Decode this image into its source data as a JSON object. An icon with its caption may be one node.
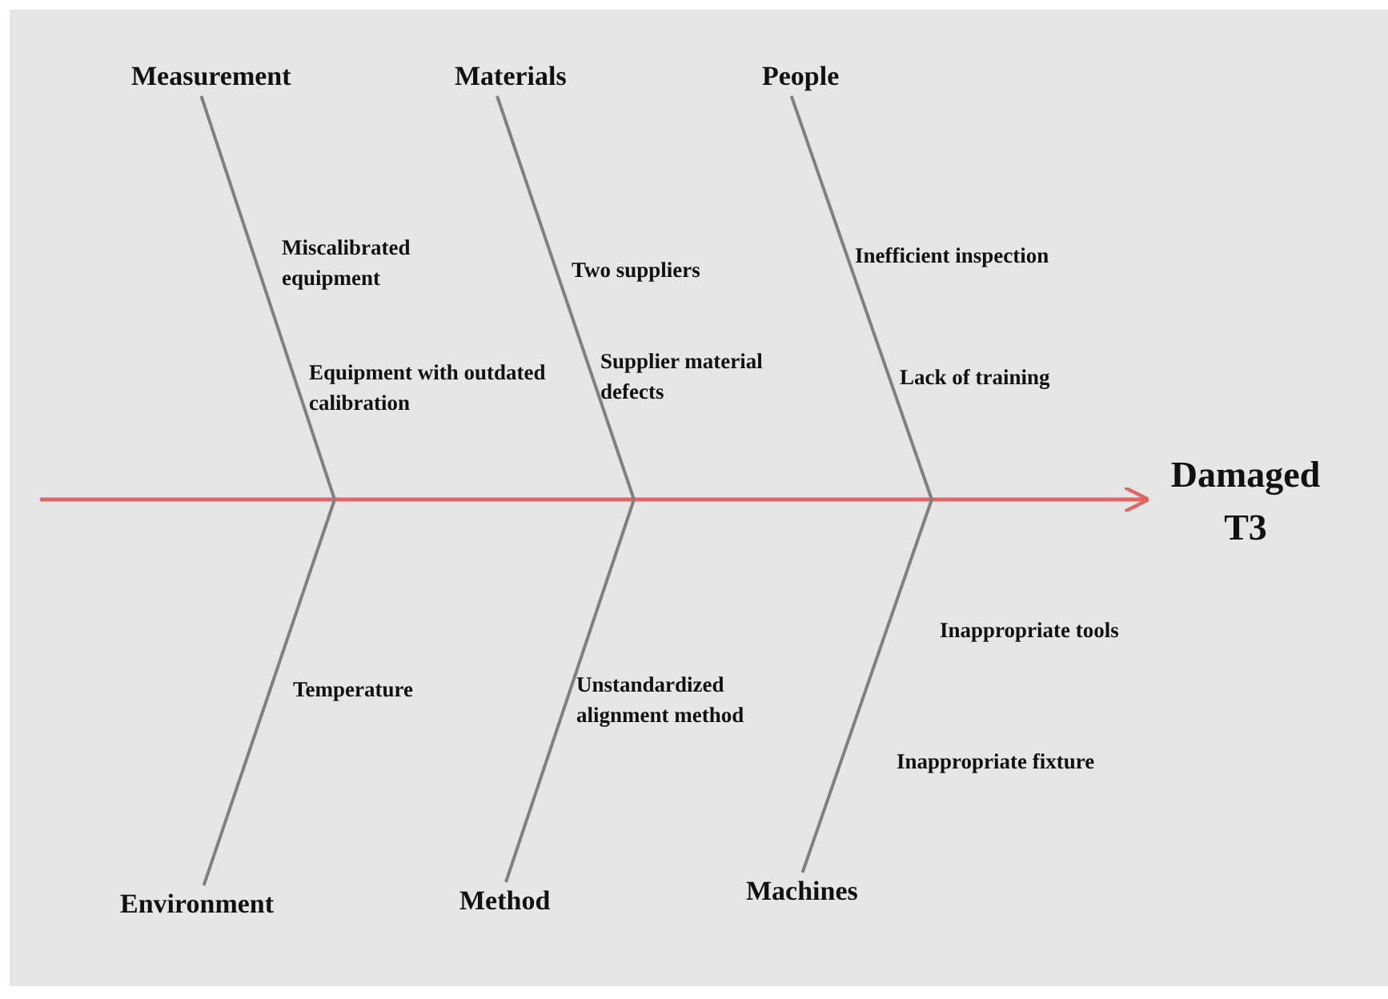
{
  "diagram": {
    "nodes": [
      {
        "text": [
          "Measurement"
        ]
      },
      {
        "text": [
          "Materials"
        ]
      },
      {
        "text": [
          "People"
        ]
      },
      {
        "text": [
          "Environment"
        ]
      },
      {
        "text": [
          "Method"
        ]
      },
      {
        "text": [
          "Machines"
        ]
      },
      {
        "text": [
          "Damaged T3"
        ]
      }
    ],
    "edges": [
      {
        "from": null,
        "to": 6,
        "arrow": "to",
        "color": "#e06666"
      },
      {
        "from": 0,
        "to": null,
        "arrow": "none"
      },
      {
        "from": 1,
        "to": null,
        "arrow": "none"
      },
      {
        "from": 2,
        "to": null,
        "arrow": "none"
      },
      {
        "from": 3,
        "to": null,
        "arrow": "none"
      },
      {
        "from": 4,
        "to": null,
        "arrow": "none"
      },
      {
        "from": 5,
        "to": null,
        "arrow": "none"
      }
    ],
    "labels": [
      "Miscalibrated equipment",
      "Two suppliers",
      "Inefficient inspection",
      "Equipment with outdated calibration",
      "Supplier material defects",
      "Lack of training",
      "Inappropriate tools",
      "Temperature",
      "Unstandardized alignment method",
      "Inappropriate fixture"
    ]
  }
}
